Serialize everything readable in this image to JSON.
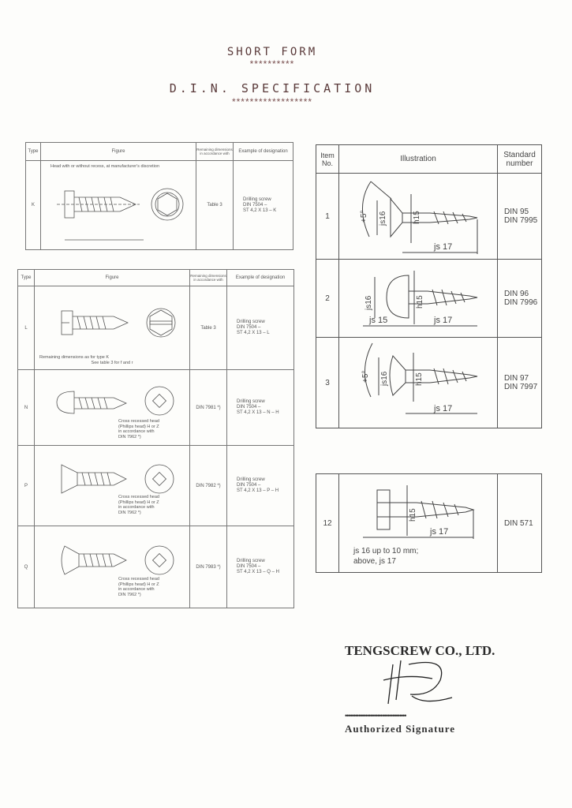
{
  "header": {
    "title1": "SHORT FORM",
    "stars1": "**********",
    "title2": "D.I.N. SPECIFICATION",
    "stars2": "******************"
  },
  "table_k": {
    "headers": [
      "Type",
      "Figure",
      "Remaining dimensions in accordance with",
      "Example of designation"
    ],
    "rows": [
      {
        "type": "K",
        "note": "Head with or without recess, at manufacturer's discretion",
        "ref": "Table 3",
        "designation": [
          "Drilling screw",
          "DIN 7504 –",
          "ST 4,2 X 13 – K"
        ]
      }
    ]
  },
  "table_lq": {
    "headers": [
      "Type",
      "Figure",
      "Remaining dimensions in accordance with",
      "Example of designation"
    ],
    "rows": [
      {
        "type": "L",
        "ref": "Table 3",
        "designation": [
          "Drilling screw",
          "DIN 7504 –",
          "ST 4,2 X 13 – L"
        ],
        "note": "Remaining dimensions as for type K"
      },
      {
        "type": "N",
        "ref": "DIN 7981 *)",
        "designation": [
          "Drilling screw",
          "DIN 7504 –",
          "ST 4,2 X 13 – N – H"
        ],
        "pre": "See table 3 for f and r",
        "head_note": [
          "Cross recessed head",
          "(Phillips head) H or Z",
          "in accordance with",
          "DIN 7962 *)"
        ]
      },
      {
        "type": "P",
        "ref": "DIN 7982 *)",
        "designation": [
          "Drilling screw",
          "DIN 7504 –",
          "ST 4,2 X 13 – P – H"
        ],
        "head_note": [
          "Cross recessed head",
          "(Phillips head) H or Z",
          "in accordance with",
          "DIN 7962 *)"
        ]
      },
      {
        "type": "Q",
        "ref": "DIN 7983 *)",
        "designation": [
          "Drilling screw",
          "DIN 7504 –",
          "ST 4,2 X 13 – Q – H"
        ],
        "head_note": [
          "Cross recessed head",
          "(Phillips head) H or Z",
          "in accordance with",
          "DIN 7962 *)"
        ]
      }
    ]
  },
  "table_items": {
    "headers": [
      "Item No.",
      "Illustration",
      "Standard number"
    ],
    "rows": [
      {
        "item": "1",
        "std": [
          "DIN 95",
          "DIN 7995"
        ],
        "dims": [
          "+5°",
          "js16",
          "h15",
          "js 17"
        ]
      },
      {
        "item": "2",
        "std": [
          "DIN 96",
          "DIN 7996"
        ],
        "dims": [
          "js16",
          "h15",
          "js 15",
          "js 17"
        ]
      },
      {
        "item": "3",
        "std": [
          "DIN 97",
          "DIN 7997"
        ],
        "dims": [
          "+5°",
          "js16",
          "h15",
          "js 17"
        ]
      }
    ]
  },
  "table_12": {
    "item": "12",
    "std": "DIN 571",
    "dims": [
      "h15",
      "js 17"
    ],
    "note": [
      "js 16 up to 10 mm;",
      "above, js 17"
    ]
  },
  "footer": {
    "company": "TENGSCREW CO., LTD.",
    "dots": "••••••••••••••••••••••••••••••••••••",
    "signature_label": "Authorized Signature"
  }
}
